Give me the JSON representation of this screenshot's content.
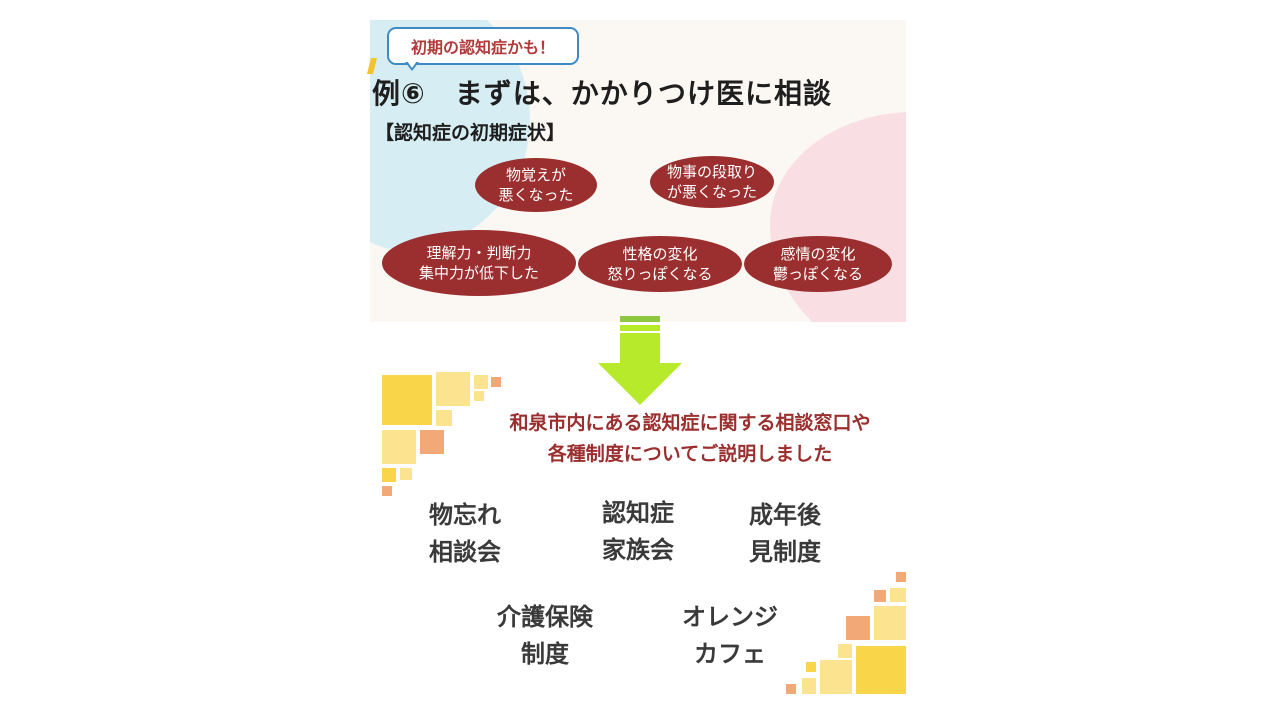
{
  "callout": {
    "text": "初期の認知症かも！"
  },
  "title": "例⑥　まずは、かかりつけ医に相談",
  "subtitle": "【認知症の初期症状】",
  "symptoms": [
    {
      "text": "物覚えが\n悪くなった"
    },
    {
      "text": "物事の段取り\nが悪くなった"
    },
    {
      "text": "理解力・判断力\n集中力が低下した"
    },
    {
      "text": "性格の変化\n怒りっぽくなる"
    },
    {
      "text": "感情の変化\n鬱っぽくなる"
    }
  ],
  "message": {
    "line1": "和泉市内にある認知症に関する相談窓口や",
    "line2": "各種制度についてご説明しました"
  },
  "items": [
    {
      "text": "物忘れ\n相談会"
    },
    {
      "text": "認知症\n家族会"
    },
    {
      "text": "成年後\n見制度"
    },
    {
      "text": "介護保険\n制度"
    },
    {
      "text": "オレンジ\nカフェ"
    }
  ],
  "colors": {
    "accent_red": "#9b2f2f",
    "callout_border": "#3e8bc4",
    "arrow_green": "#b6ea2a",
    "deco_yellow": "#f9d54a",
    "deco_light_yellow": "#fbe38f",
    "deco_orange": "#f2a977"
  }
}
